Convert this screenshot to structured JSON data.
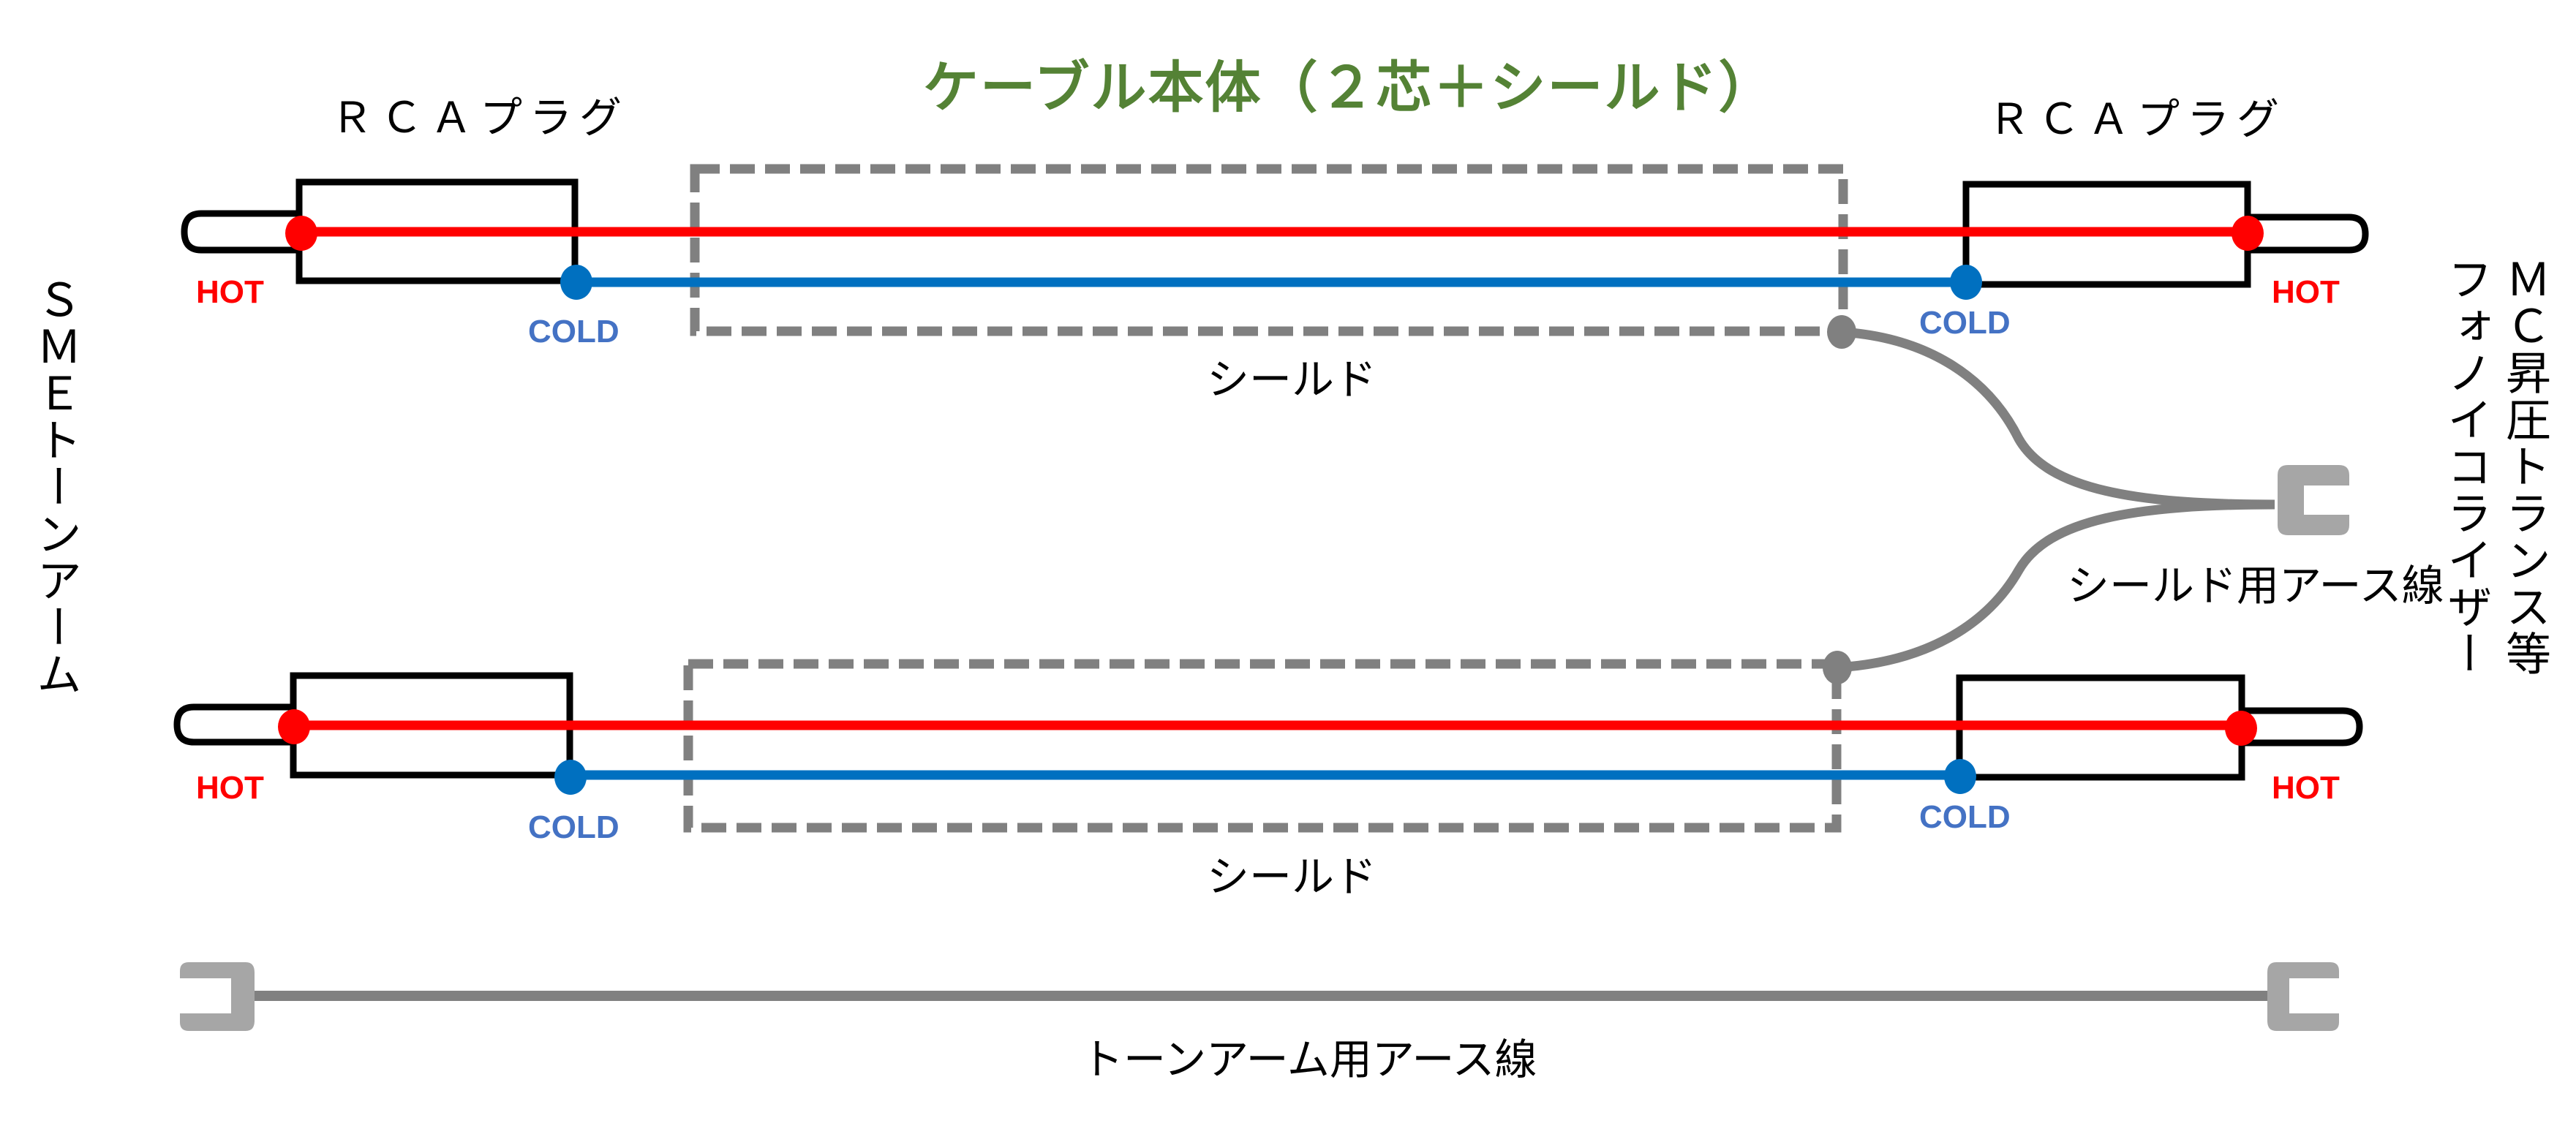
{
  "title": "ケーブル本体（２芯＋シールド）",
  "left_device": "ＳＭＥトーンアーム",
  "right_device": {
    "line1": "ＭＣ昇圧トランス等",
    "line2": "フォノイコライザー"
  },
  "cables": [
    {
      "left_plug_label": "ＲＣＡプラグ",
      "right_plug_label": "ＲＣＡプラグ",
      "left_hot": "HOT",
      "left_cold": "COLD",
      "right_hot": "HOT",
      "right_cold": "COLD",
      "shield_label": "シールド"
    },
    {
      "left_hot": "HOT",
      "left_cold": "COLD",
      "right_hot": "HOT",
      "right_cold": "COLD",
      "shield_label": "シールド"
    }
  ],
  "shield_earth_label": "シールド用アース線",
  "tonearm_earth_label": "トーンアーム用アース線",
  "colors": {
    "hot": "#ff0000",
    "cold": "#0070c0",
    "cold_text": "#4472c4",
    "shield": "#808080",
    "lug": "#a6a6a6",
    "title": "#548235",
    "plug_outline": "#000000"
  }
}
